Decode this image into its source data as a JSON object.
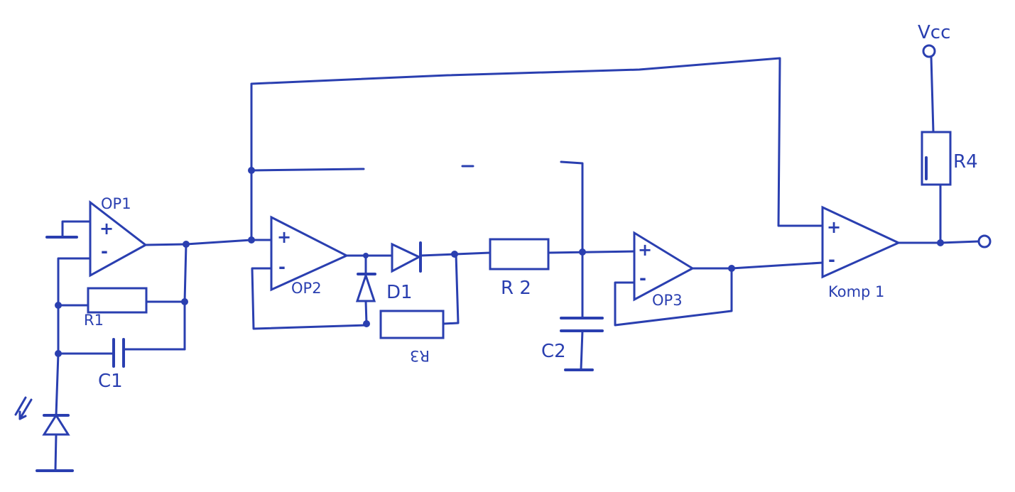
{
  "labels": {
    "op1": "OP1",
    "op2": "OP2",
    "op3": "OP3",
    "komp1": "Komp 1",
    "r1": "R1",
    "r2": "R 2",
    "r3": "R3",
    "r4": "R4",
    "c1": "C1",
    "c2": "C2",
    "d1": "D1",
    "vcc": "Vcc"
  },
  "pins": {
    "plus": "+",
    "minus": "-"
  },
  "colors": {
    "ink": "#2a3fb0",
    "paper": "#ffffff"
  }
}
